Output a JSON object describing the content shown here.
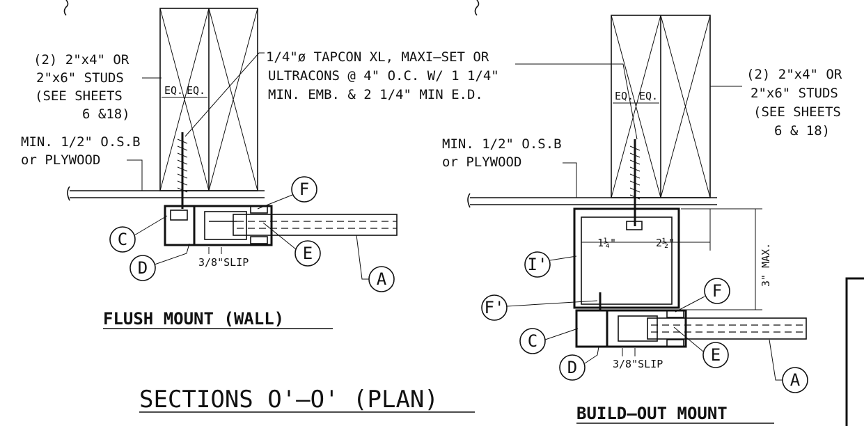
{
  "title": "SECTIONS O'–O' (PLAN)",
  "left_detail": {
    "title": "FLUSH MOUNT (WALL)",
    "studs_note": [
      "(2) 2\"x4\" OR",
      "2\"x6\" STUDS",
      "(SEE SHEETS",
      "6 &18)"
    ],
    "sheathing_note": [
      "MIN. 1/2\" O.S.B",
      "or PLYWOOD"
    ],
    "anchor_note": [
      "1/4\"ø TAPCON XL, MAXI–SET OR",
      "ULTRACONS @ 4\" O.C. W/ 1 1/4\"",
      "MIN. EMB. & 2 1/4\" MIN E.D."
    ],
    "eq1": "EQ.",
    "eq2": "EQ.",
    "slip": "3/8\"SLIP",
    "bubbles": [
      "C",
      "D",
      "E",
      "F",
      "A"
    ]
  },
  "right_detail": {
    "title": "BUILD–OUT MOUNT",
    "studs_note": [
      "(2) 2\"x4\" OR",
      "2\"x6\" STUDS",
      "(SEE SHEETS",
      "6 & 18)"
    ],
    "sheathing_note": [
      "MIN. 1/2\" O.S.B",
      "or PLYWOOD"
    ],
    "eq1": "EQ.",
    "eq2": "EQ.",
    "dim_left": "1¼\"",
    "dim_right": "2½\"",
    "max_dim": "3\" MAX.",
    "slip": "3/8\"SLIP",
    "bubbles": [
      "I'",
      "F'",
      "C",
      "D",
      "E",
      "F",
      "A"
    ]
  }
}
